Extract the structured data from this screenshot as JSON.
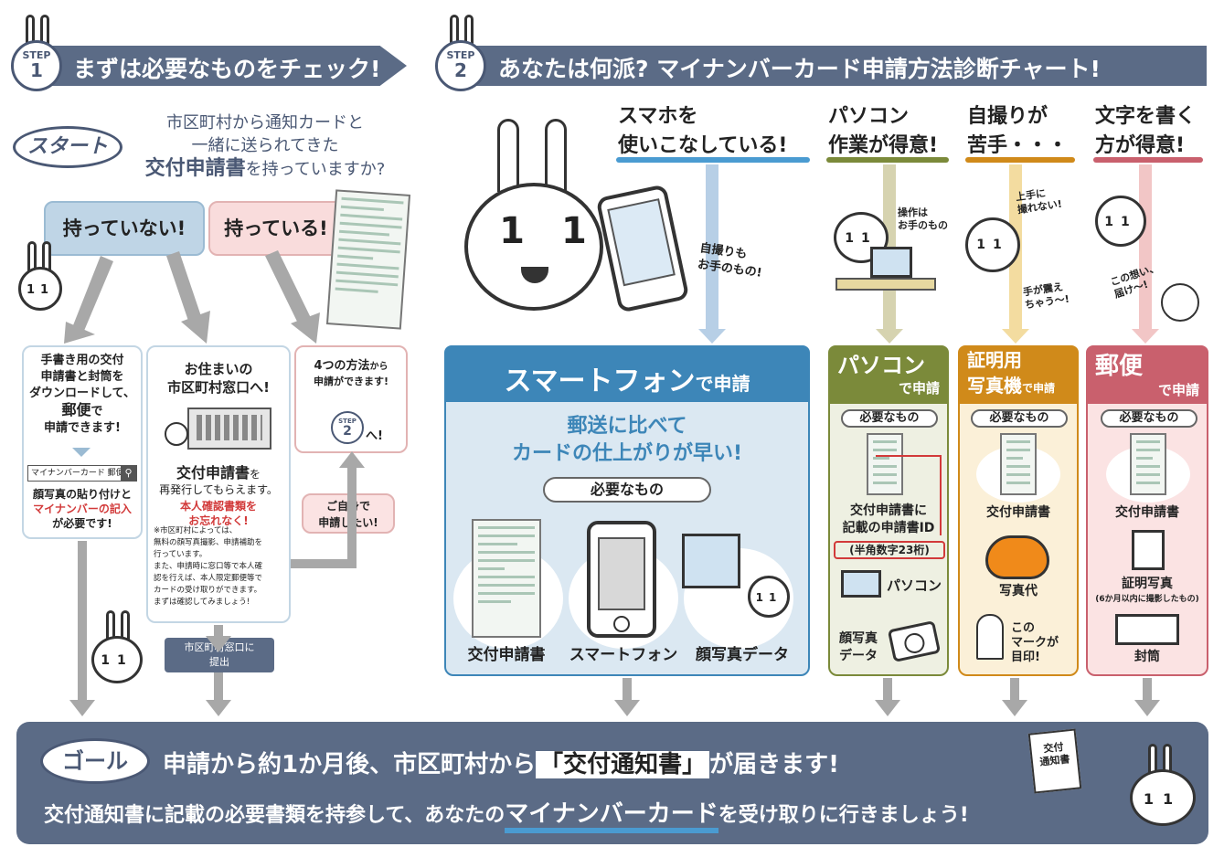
{
  "step1": {
    "badge_step": "STEP",
    "badge_num": "1",
    "title": "まずは必要なものをチェック!"
  },
  "step2": {
    "badge_step": "STEP",
    "badge_num": "2",
    "title": "あなたは何派? マイナンバーカード申請方法診断チャート!"
  },
  "start": {
    "label": "スタート",
    "question_l1": "市区町村から通知カードと",
    "question_l2": "一緒に送られてきた",
    "question_l3a": "交付申請書",
    "question_l3b": "を持っていますか?"
  },
  "no": {
    "label": "持っていない!"
  },
  "yes": {
    "label": "持っている!"
  },
  "box_download": {
    "l1": "手書き用の交付",
    "l2": "申請書と封筒を",
    "l3": "ダウンロードして、",
    "l4": "郵便",
    "l5": "で",
    "l6": "申請できます!",
    "search": "マイナンバーカード 郵便",
    "n1": "顔写真の貼り付けと",
    "n2": "マイナンバーの記入",
    "n3": "が必要です!"
  },
  "box_office": {
    "l1": "お住まいの",
    "l2": "市区町村窓口へ!",
    "t1": "交付申請書",
    "t1b": "を",
    "t2": "再発行してもらえます。",
    "r1": "本人確認書類を",
    "r2": "お忘れなく!",
    "notes": [
      "※市区町村によっては、",
      "無料の顔写真撮影、申請補助を",
      "行っています。",
      "また、申請時に窓口等で本人確",
      "認を行えば、本人限定郵便等で",
      "カードの受け取りができます。",
      "まずは確認してみましょう!"
    ]
  },
  "box_four": {
    "l1a": "4つの方法",
    "l1b": "から",
    "l2": "申請ができます!",
    "step": "STEP",
    "num": "2",
    "l3": "へ!"
  },
  "self": {
    "l1": "ご自身で",
    "l2": "申請したい!"
  },
  "submit": {
    "l1": "市区町村窓口に",
    "l2": "提出"
  },
  "smartphone": {
    "top1": "スマホを",
    "top2": "使いこなしている!",
    "note1": "自撮りも",
    "note2": "お手のもの!",
    "head_a": "スマートフォン",
    "head_b": "で申請",
    "msg1": "郵送に比べて",
    "msg2": "カードの仕上がりが早い!",
    "need": "必要なもの",
    "items": [
      "交付申請書",
      "スマートフォン",
      "顔写真データ"
    ]
  },
  "pc": {
    "top1": "パソコン",
    "top2": "作業が得意!",
    "note1": "操作は",
    "note2": "お手のもの",
    "head_a": "パソコン",
    "head_b": "で申請",
    "need": "必要なもの",
    "item1a": "交付申請書に",
    "item1b": "記載の申請書ID",
    "item1c": "(半角数字23桁)",
    "item2": "パソコン",
    "item3a": "顔写真",
    "item3b": "データ"
  },
  "photo": {
    "top1": "自撮りが",
    "top2": "苦手・・・",
    "note1": "上手に",
    "note2": "撮れない!",
    "note3": "手が震え",
    "note4": "ちゃう〜!",
    "head_a": "証明用",
    "head_b": "写真機",
    "head_c": "で申請",
    "need": "必要なもの",
    "item1": "交付申請書",
    "item2": "写真代",
    "m1": "この",
    "m2": "マークが",
    "m3": "目印!"
  },
  "mail": {
    "top1": "文字を書く",
    "top2": "方が得意!",
    "note1": "この想い、",
    "note2": "届け〜!",
    "head_a": "郵便",
    "head_b": "で申請",
    "need": "必要なもの",
    "item1": "交付申請書",
    "item2": "証明写真",
    "item2b": "(6か月以内に撮影したもの)",
    "item3": "封筒"
  },
  "goal": {
    "label": "ゴール",
    "l1a": "申請から約1か月後、市区町村から",
    "l1b": "「交付通知書」",
    "l1c": "が届きます!",
    "l2a": "交付通知書に記載の必要書類を持参して、あなたの",
    "l2b": "マイナンバーカード",
    "l2c": "を受け取りに行きましょう!",
    "doc1": "交付",
    "doc2": "通知書"
  },
  "colors": {
    "navy": "#5b6b86",
    "blue": "#3d86b8",
    "green": "#7b8a3a",
    "orange": "#d08a1a",
    "red": "#c9606d",
    "lightblue": "#dbe8f2",
    "pink": "#fbe3e3"
  }
}
